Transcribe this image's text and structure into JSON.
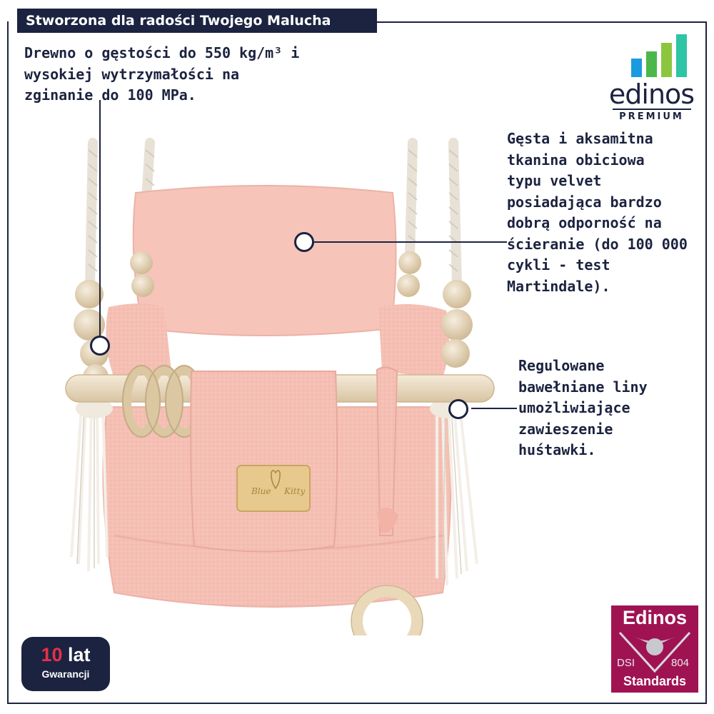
{
  "header": {
    "title": "Stworzona dla radości Twojego Malucha"
  },
  "callouts": {
    "wood": {
      "lines": [
        "Drewno o gęstości do 550 kg/m³ i",
        "wysokiej wytrzymałości na",
        "zginanie do 100 MPa."
      ]
    },
    "fabric": {
      "lines": [
        "Gęsta i aksamitna",
        "tkanina obiciowa",
        "typu velvet",
        "posiadająca bardzo",
        "dobrą odporność na",
        "ścieranie (do 100 000",
        "cykli - test",
        "Martindale)."
      ]
    },
    "ropes": {
      "lines": [
        "Regulowane",
        "bawełniane liny",
        "umożliwiające",
        "zawieszenie",
        "huśtawki."
      ]
    }
  },
  "logo": {
    "word": "edinos",
    "tagline": "PREMIUM",
    "bar_colors": [
      "#1a9be0",
      "#4cb74a",
      "#8cc63f",
      "#2ec4a6"
    ]
  },
  "warranty": {
    "years": "10",
    "unit": "lat",
    "label": "Gwarancji"
  },
  "standards_badge": {
    "top": "Edinos",
    "left_code": "DSI",
    "right_code": "804",
    "bottom": "Standards"
  },
  "product": {
    "tag_text_left": "Blue",
    "tag_text_right": "Kitty"
  },
  "colors": {
    "navy": "#1c2340",
    "pink": "#f5c2b8",
    "wood": "#eadcc4",
    "badge_red": "#a01353"
  }
}
